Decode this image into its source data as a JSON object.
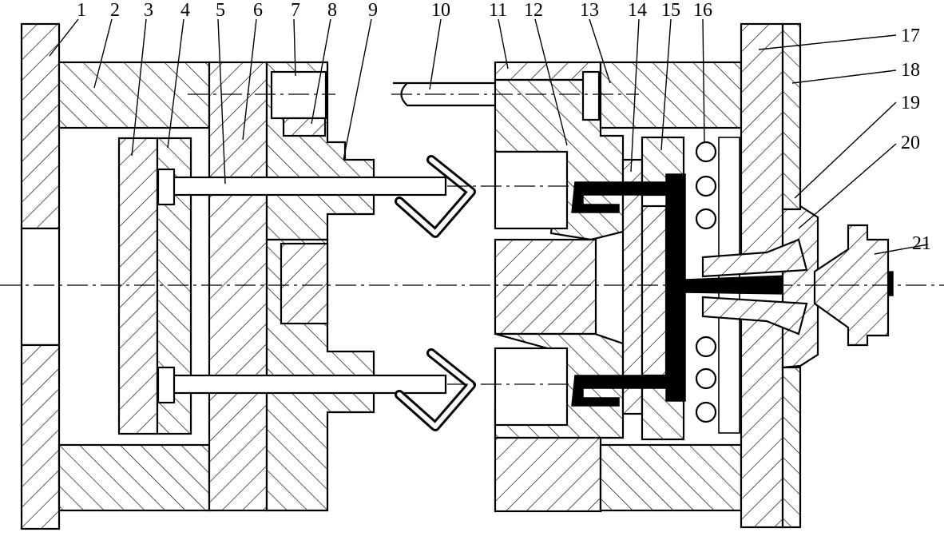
{
  "diagram": {
    "labels": [
      {
        "id": "label-1",
        "text": "1"
      },
      {
        "id": "label-2",
        "text": "2"
      },
      {
        "id": "label-3",
        "text": "3"
      },
      {
        "id": "label-4",
        "text": "4"
      },
      {
        "id": "label-5",
        "text": "5"
      },
      {
        "id": "label-6",
        "text": "6"
      },
      {
        "id": "label-7",
        "text": "7"
      },
      {
        "id": "label-8",
        "text": "8"
      },
      {
        "id": "label-9",
        "text": "9"
      },
      {
        "id": "label-10",
        "text": "10"
      },
      {
        "id": "label-11",
        "text": "11"
      },
      {
        "id": "label-12",
        "text": "12"
      },
      {
        "id": "label-13",
        "text": "13"
      },
      {
        "id": "label-14",
        "text": "14"
      },
      {
        "id": "label-15",
        "text": "15"
      },
      {
        "id": "label-16",
        "text": "16"
      },
      {
        "id": "label-17",
        "text": "17"
      },
      {
        "id": "label-18",
        "text": "18"
      },
      {
        "id": "label-19",
        "text": "19"
      },
      {
        "id": "label-20",
        "text": "20"
      },
      {
        "id": "label-21",
        "text": "21"
      }
    ]
  }
}
